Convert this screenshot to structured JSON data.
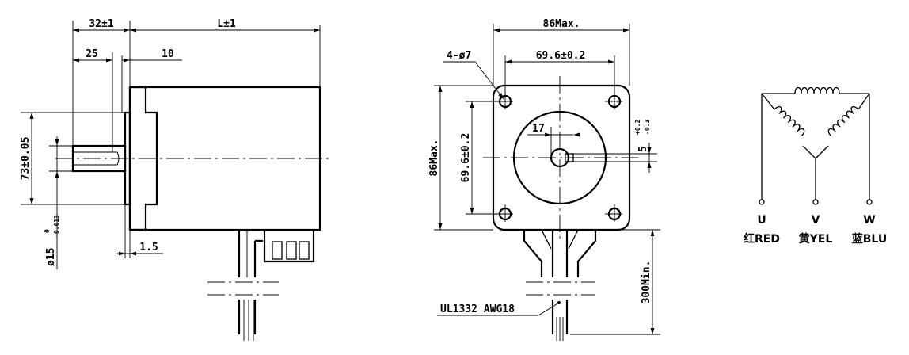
{
  "side_view": {
    "shaft_length": "32±1",
    "body_length": "L±1",
    "key_length": "25",
    "flange_thickness": "10",
    "pilot_diameter": "73±0.05",
    "pilot_height": "1.5",
    "shaft_diameter": "ø15",
    "shaft_tol_upper": "0",
    "shaft_tol_lower": "-0.013"
  },
  "front_view": {
    "mount_holes": "4-ø7",
    "width_max": "86Max.",
    "hole_spacing_h": "69.6±0.2",
    "height_max": "86Max.",
    "hole_spacing_v": "69.6±0.2",
    "shaft_flat": "17",
    "key_width": "5",
    "key_tol_upper": "+0.2",
    "key_tol_lower": "-0.3",
    "lead_length": "300Min.",
    "lead_spec": "UL1332 AWG18"
  },
  "wiring": {
    "terminals": [
      {
        "letter": "U",
        "color": "红RED"
      },
      {
        "letter": "V",
        "color": "黄YEL"
      },
      {
        "letter": "W",
        "color": "蓝BLU"
      }
    ]
  }
}
